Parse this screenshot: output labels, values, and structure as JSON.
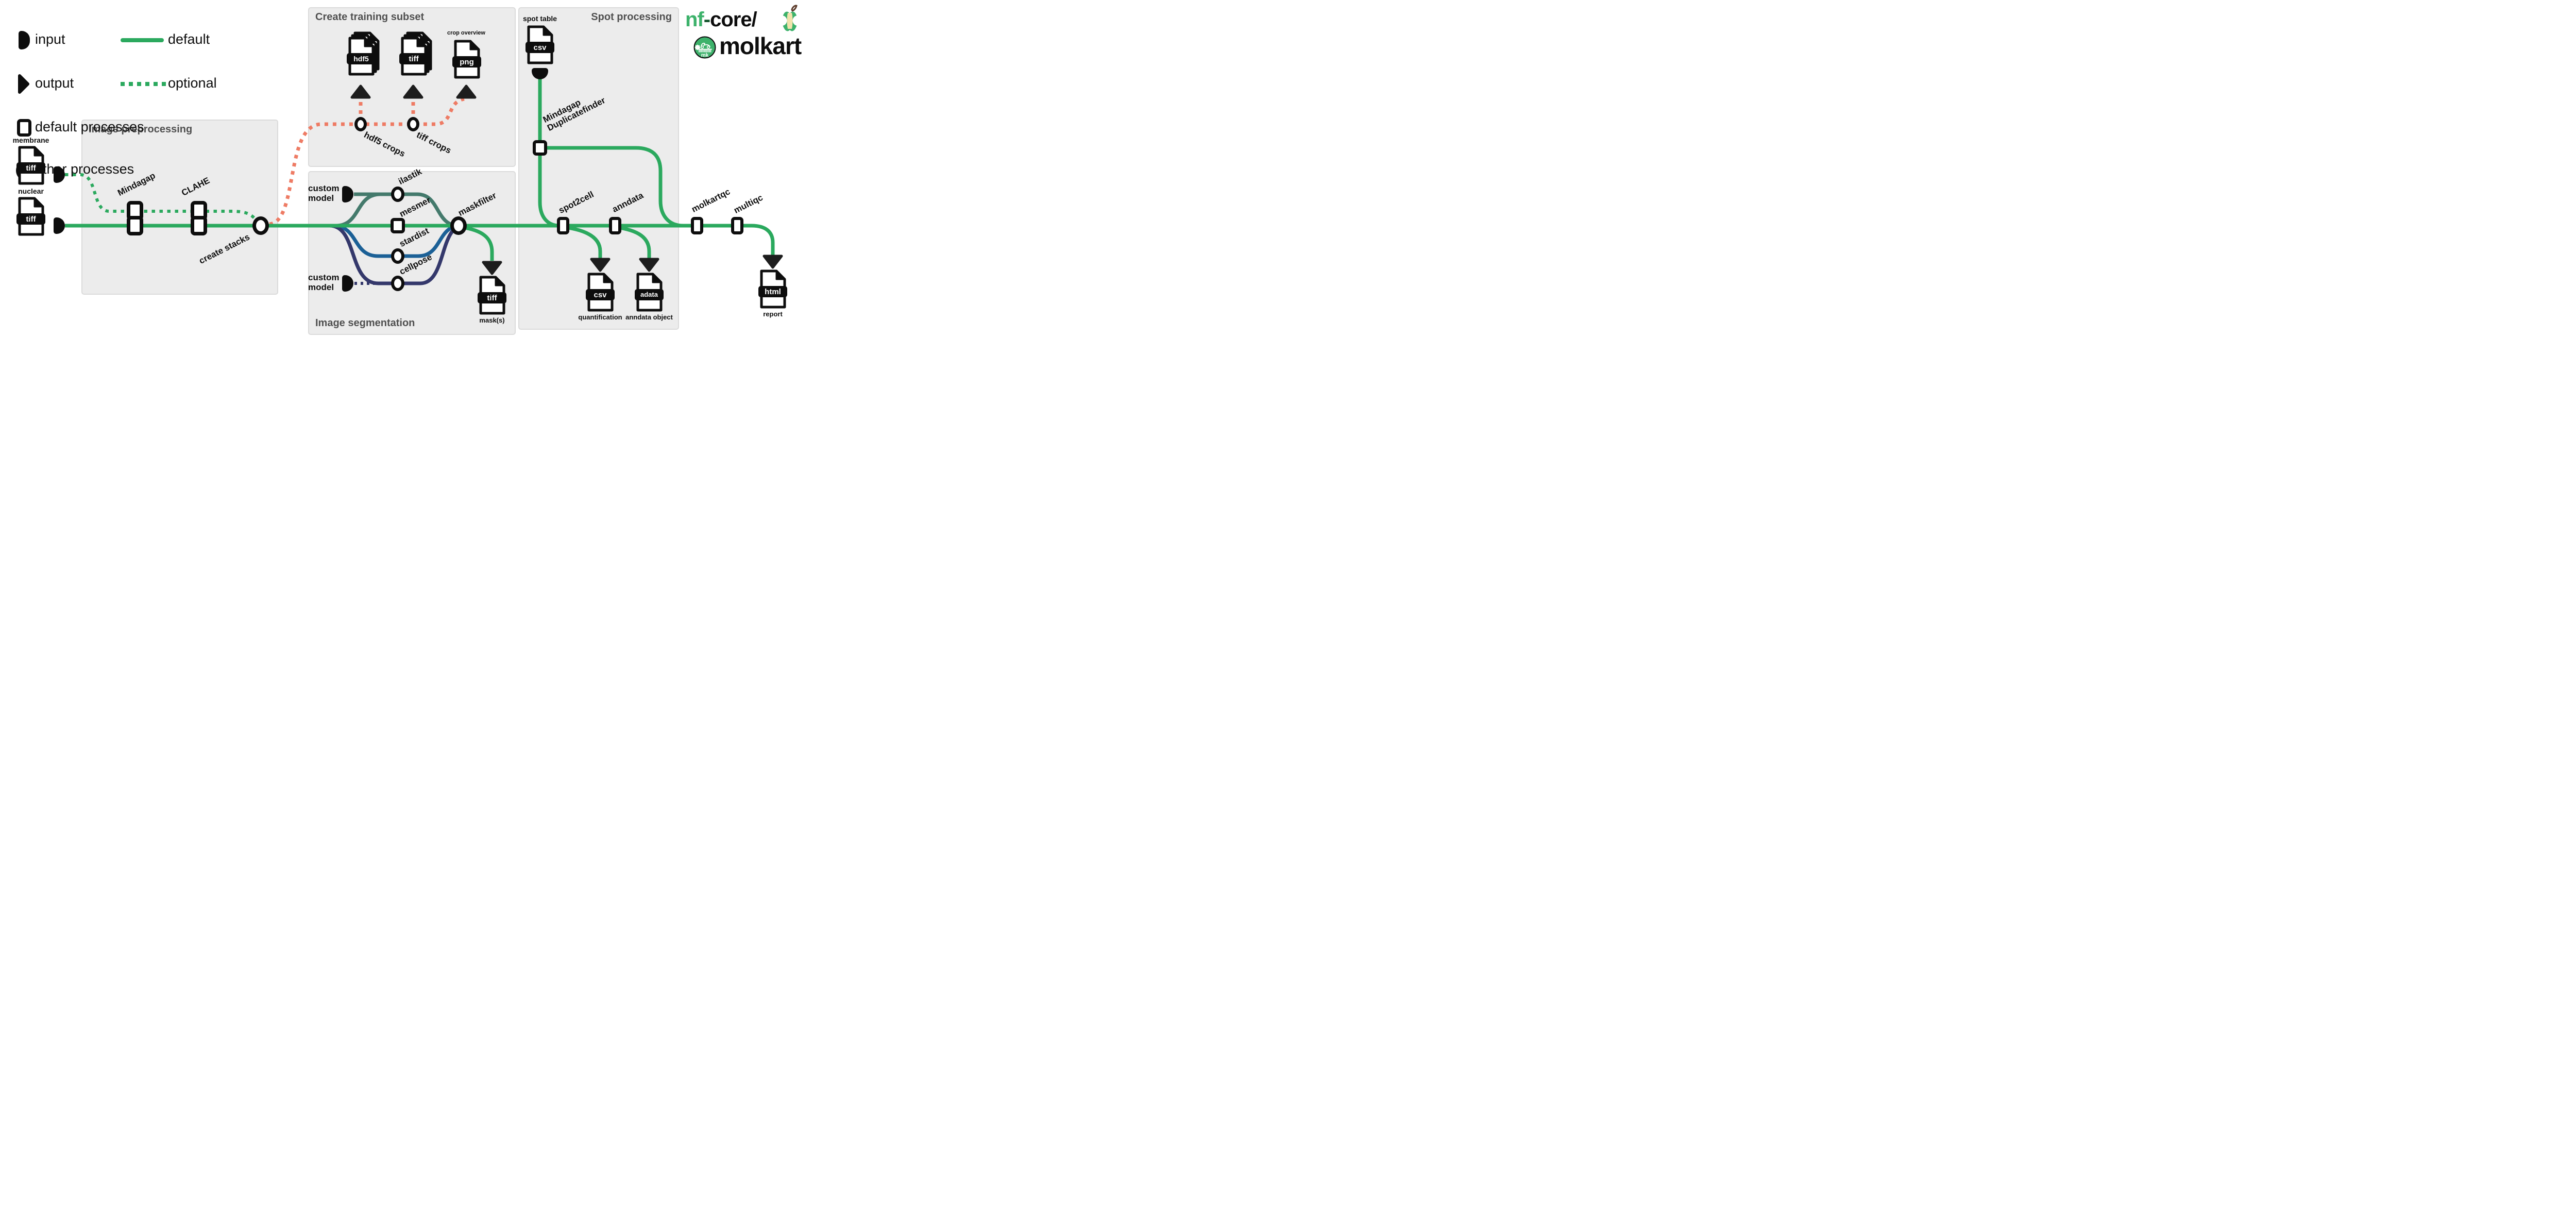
{
  "legend": {
    "items": [
      {
        "label": "input"
      },
      {
        "label": "output"
      },
      {
        "label": "default processes"
      },
      {
        "label": "other processes"
      }
    ],
    "lines": [
      {
        "label": "default"
      },
      {
        "label": "optional"
      }
    ]
  },
  "logo": {
    "nf": "nf",
    "dash": "-",
    "core": "core/",
    "name": "molkart",
    "badge": "mk"
  },
  "boxes": {
    "preprocessing": {
      "title": "Image preprocessing"
    },
    "training": {
      "title": "Create training subset"
    },
    "segmentation": {
      "title": "Image segmentation"
    },
    "spot": {
      "title": "Spot processing"
    }
  },
  "inputs": {
    "membrane": {
      "caption": "membrane",
      "type": "tiff"
    },
    "nuclear": {
      "caption": "nuclear",
      "type": "tiff"
    },
    "spot_table": {
      "caption": "spot table",
      "type": "csv"
    },
    "custom_model_top": {
      "label": "custom model"
    },
    "custom_model_bottom": {
      "label": "custom model"
    }
  },
  "processes": {
    "mindagap": {
      "label": "Mindagap"
    },
    "clahe": {
      "label": "CLAHE"
    },
    "create_stacks": {
      "label": "create stacks"
    },
    "hdf5_crops": {
      "label": "hdf5 crops"
    },
    "tiff_crops": {
      "label": "tiff crops"
    },
    "ilastik": {
      "label": "ilastik"
    },
    "mesmer": {
      "label": "mesmer"
    },
    "stardist": {
      "label": "stardist"
    },
    "cellpose": {
      "label": "cellpose"
    },
    "maskfilter": {
      "label": "maskfilter"
    },
    "duplicatefinder": {
      "line1": "Mindagap",
      "line2": "Duplicatefinder"
    },
    "spot2cell": {
      "label": "spot2cell"
    },
    "anndata": {
      "label": "anndata"
    },
    "molkartqc": {
      "label": "molkartqc"
    },
    "multiqc": {
      "label": "multiqc"
    }
  },
  "outputs": {
    "hdf5_crops_file": {
      "type": "hdf5"
    },
    "tiff_crops_file": {
      "type": "tiff"
    },
    "crop_overview": {
      "caption": "crop overview",
      "type": "png"
    },
    "masks": {
      "caption": "mask(s)",
      "type": "tiff"
    },
    "quantification": {
      "caption": "quantification",
      "type": "csv"
    },
    "anndata_object": {
      "caption": "anndata object",
      "type": "adata"
    },
    "report": {
      "caption": "report",
      "type": "html"
    }
  },
  "colors": {
    "green": "#2BA95E",
    "salmon": "#EE7B64",
    "teal": "#447A6C",
    "blue": "#1B6096",
    "navy": "#34386B",
    "logo_green": "#3DB26B",
    "box_bg": "#ECECEC",
    "box_border": "#DBDBDB",
    "title_gray": "#4F4F4F",
    "black": "#0D0D0D"
  }
}
